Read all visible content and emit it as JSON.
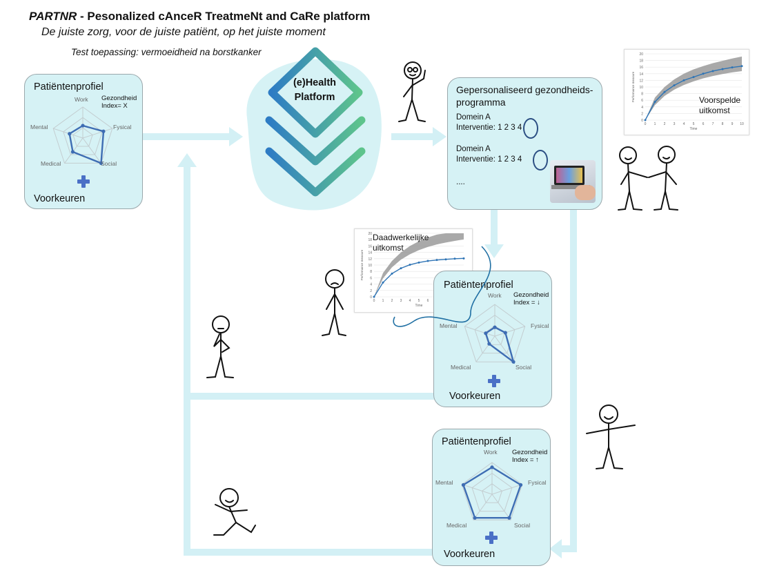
{
  "header": {
    "title_acronym": "PARTNR",
    "title_rest": " - Pesonalized cAnceR TreatmeNt and CaRe platform",
    "subtitle": "De juiste zorg, voor de juiste patiënt, op het juiste moment",
    "test_application": "Test toepassing: vermoeidheid na borstkanker"
  },
  "platform": {
    "label_line1": "(e)Health",
    "label_line2": "Platform"
  },
  "profile_initial": {
    "title": "Patiëntenprofiel",
    "gezondheid_line1": "Gezondheid",
    "gezondheid_line2": "Index= X",
    "axes": {
      "work": "Work",
      "fysical": "Fysical",
      "social": "Social",
      "medical": "Medical",
      "mental": "Mental"
    },
    "values": [
      0.4,
      0.7,
      1.0,
      0.55,
      0.45
    ],
    "footer": "Voorkeuren"
  },
  "program": {
    "title": "Gepersonaliseerd gezondheids-programma",
    "block1_domain": "Domein A",
    "block1_intervention": "Interventie:    1  2  3  4",
    "block2_domain": "Domein A",
    "block2_intervention": "Interventie:    1  2  3  4",
    "ellipsis": "...."
  },
  "profile_worse": {
    "title": "Patiëntenprofiel",
    "gezondheid_line1": "Gezondheid",
    "gezondheid_line2": "Index = ↓",
    "axes": {
      "work": "Work",
      "fysical": "Fysical",
      "social": "Social",
      "medical": "Medical",
      "mental": "Mental"
    },
    "values": [
      0.28,
      0.35,
      1.0,
      0.3,
      0.3
    ],
    "footer": "Voorkeuren"
  },
  "profile_better": {
    "title": "Patiëntenprofiel",
    "gezondheid_line1": "Gezondheid",
    "gezondheid_line2": "Index = ↑",
    "axes": {
      "work": "Work",
      "fysical": "Fysical",
      "social": "Social",
      "medical": "Medical",
      "mental": "Mental"
    },
    "values": [
      0.85,
      0.95,
      0.92,
      0.92,
      0.95
    ],
    "footer": "Voorkeuren"
  },
  "chart_predicted": {
    "label_line1": "Voorspelde",
    "label_line2": "uitkomst",
    "xlabel": "Time",
    "ylabel": "Performance measure",
    "x": [
      0,
      1,
      2,
      3,
      4,
      5,
      6,
      7,
      8,
      9,
      10
    ],
    "y": [
      0,
      5.5,
      8.5,
      10.5,
      12,
      13,
      14,
      14.8,
      15.4,
      15.9,
      16.3
    ],
    "band_low": [
      0,
      4.5,
      7.3,
      9.2,
      10.6,
      11.7,
      12.6,
      13.3,
      13.9,
      14.4,
      14.8
    ],
    "band_high": [
      0,
      6.8,
      10,
      12.3,
      14,
      15.3,
      16.3,
      17.2,
      17.9,
      18.6,
      19.2
    ],
    "ylim": [
      0,
      20
    ],
    "yticks": [
      0,
      2,
      4,
      6,
      8,
      10,
      12,
      14,
      16,
      18,
      20
    ]
  },
  "chart_actual": {
    "label_line1": "Daadwerkelijke",
    "label_line2": "uitkomst",
    "xlabel": "Time",
    "ylabel": "Performance measure",
    "x": [
      0,
      1,
      2,
      3,
      4,
      5,
      6,
      7,
      8,
      9,
      10
    ],
    "y": [
      0,
      4.5,
      7.3,
      9,
      10.1,
      10.8,
      11.3,
      11.6,
      11.8,
      12,
      12.1
    ],
    "band_low": [
      0,
      5.8,
      9.3,
      11.7,
      13.4,
      14.7,
      15.7,
      16.5,
      17.1,
      17.6,
      18.1
    ],
    "band_high": [
      0,
      7.5,
      11.3,
      14,
      16,
      17.5,
      18.7,
      19.6,
      20.3,
      20.9,
      21.4
    ],
    "ylim": [
      0,
      20
    ],
    "yticks": [
      0,
      2,
      4,
      6,
      8,
      10,
      12,
      14,
      16,
      18,
      20
    ]
  },
  "colors": {
    "arrow": "#d3f0f5",
    "panel": "#d6f2f5",
    "radar": "#3e6db3",
    "gradient_start": "#2e7cc4",
    "gradient_end": "#5ec48c"
  }
}
